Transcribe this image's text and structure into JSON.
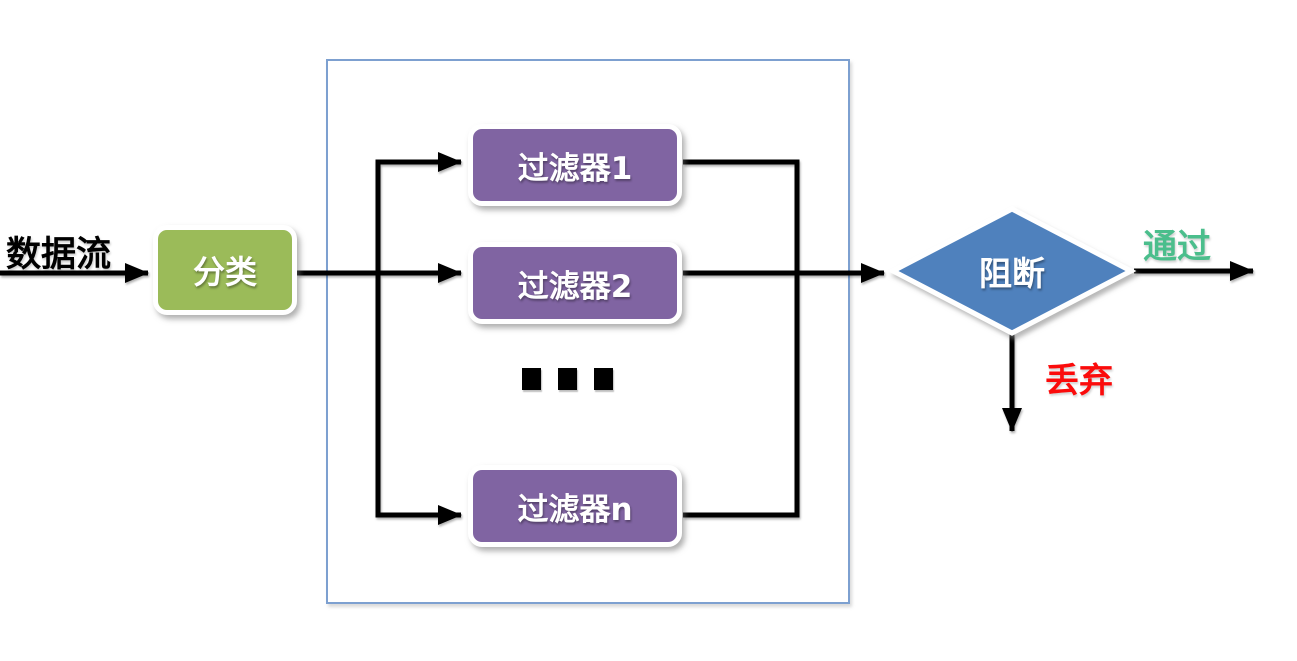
{
  "diagram": {
    "input_label": "数据流",
    "classify_label": "分类",
    "filters": [
      "过滤器1",
      "过滤器2",
      "过滤器n"
    ],
    "decision_label": "阻断",
    "pass_label": "通过",
    "discard_label": "丢弃",
    "icons": {
      "ellipsis": "three-black-squares"
    },
    "colors": {
      "classify_fill": "#9bbb59",
      "filter_fill": "#8064a2",
      "decision_fill": "#4f81bd",
      "container_border": "#7da0d0",
      "pass_text": "#4bbe8c",
      "discard_text": "#fb0b0b",
      "connector": "#000000"
    }
  }
}
